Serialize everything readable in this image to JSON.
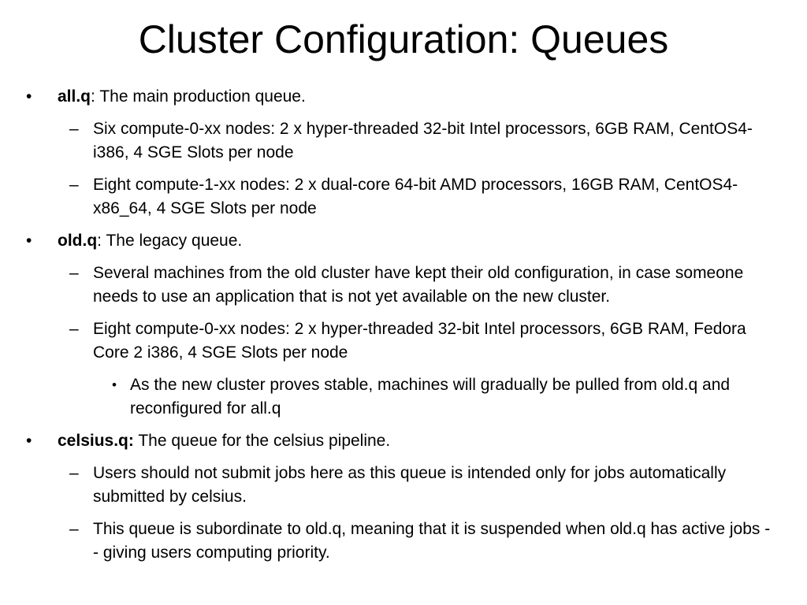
{
  "title": "Cluster Configuration: Queues",
  "markers": {
    "bullet": "•",
    "dash": "–"
  },
  "items": [
    {
      "name": "all.q",
      "name_suffix": ":",
      "desc": " The main production queue.",
      "subs": [
        "Six compute-0-xx nodes: 2 x hyper-threaded 32-bit Intel processors, 6GB RAM, CentOS4-i386, 4 SGE Slots per node",
        "Eight compute-1-xx nodes: 2 x dual-core 64-bit AMD processors, 16GB RAM, CentOS4-x86_64, 4 SGE Slots per node"
      ]
    },
    {
      "name": "old.q",
      "name_suffix": ":",
      "desc": " The legacy queue.",
      "subs": [
        "Several machines from the old cluster have kept their old configuration, in case someone needs to use an application that is not yet available on the new cluster.",
        "Eight compute-0-xx nodes: 2 x hyper-threaded 32-bit Intel processors, 6GB RAM, Fedora Core 2 i386, 4 SGE Slots per node"
      ],
      "subsub": "As the new cluster proves stable, machines will gradually be pulled from old.q and reconfigured for all.q"
    },
    {
      "name": "celsius.q:",
      "name_suffix": "",
      "desc": " The queue for the celsius pipeline.",
      "subs": [
        "Users should not submit jobs here as this queue is intended only for jobs automatically submitted by celsius.",
        "This queue is subordinate to old.q, meaning that it is suspended when old.q has active jobs -- giving users computing priority."
      ]
    }
  ]
}
